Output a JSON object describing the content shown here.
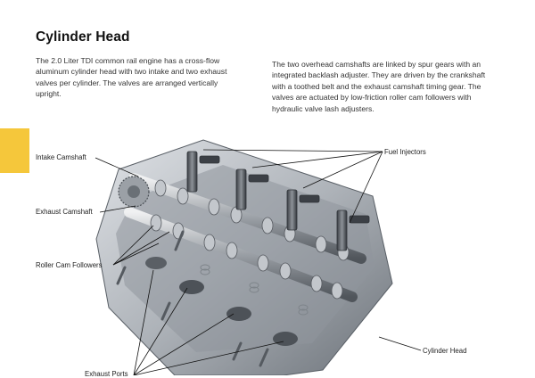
{
  "page": {
    "title": "Cylinder Head",
    "para_left": "The 2.0 Liter TDI common rail engine has a cross-flow aluminum cylinder head with two intake and two exhaust valves per cylinder. The valves are arranged vertically upright.",
    "para_right": "The two overhead camshafts are linked by spur gears with an integrated backlash adjuster. They are driven by the crankshaft with a toothed belt and the exhaust camshaft timing gear. The valves are actuated by low-friction roller cam followers with hydraulic valve lash adjusters."
  },
  "labels": {
    "intake_camshaft": "Intake Camshaft",
    "exhaust_camshaft": "Exhaust Camshaft",
    "roller_cam_followers": "Roller Cam Followers",
    "fuel_injectors": "Fuel Injectors",
    "cylinder_head": "Cylinder Head",
    "exhaust_ports": "Exhaust Ports"
  },
  "colors": {
    "accent_tab": "#f5c73b",
    "metal_light": "#c9cdd2",
    "metal_dark": "#5e646b"
  }
}
